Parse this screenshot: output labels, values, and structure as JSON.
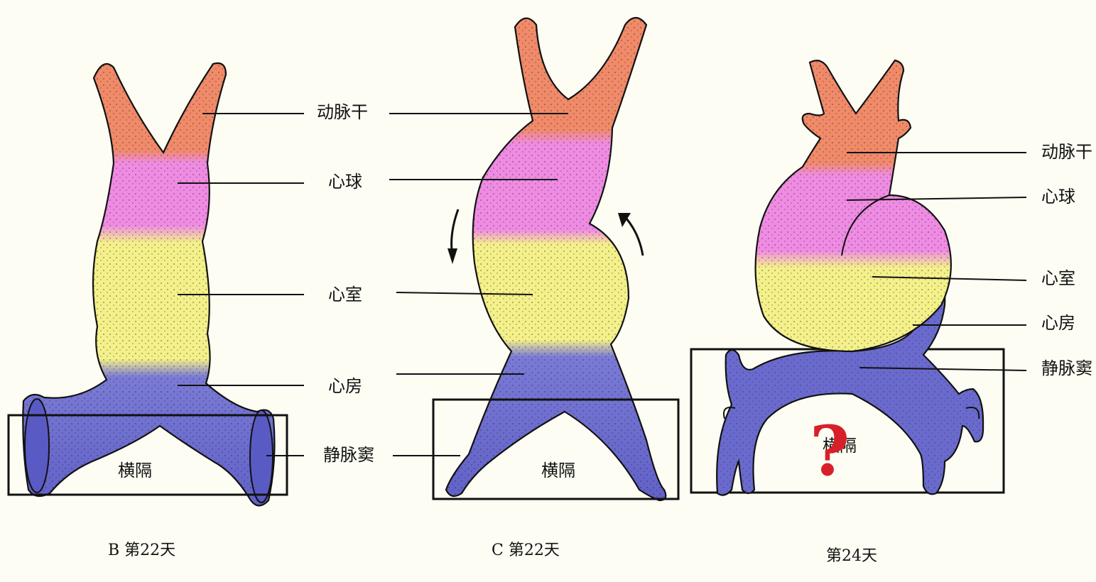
{
  "colors": {
    "background": "#FDFDF4",
    "truncus": "#F08A68",
    "bulbus": "#EF8BE3",
    "ventricle": "#F4F08A",
    "atrium_sinus": "#6F6FD0",
    "question_mark": "#D8202A"
  },
  "panels": [
    {
      "caption": "B 第22天",
      "labels": [
        "动脉干",
        "心球",
        "心室",
        "心房",
        "静脉窦"
      ],
      "box_label": "横隔"
    },
    {
      "caption": "C 第22天",
      "box_label": "横隔"
    },
    {
      "caption": "第24天",
      "labels": [
        "动脉干",
        "心球",
        "心室",
        "心房",
        "静脉窦"
      ],
      "box_label": "横隔",
      "question_mark": "?"
    }
  ]
}
